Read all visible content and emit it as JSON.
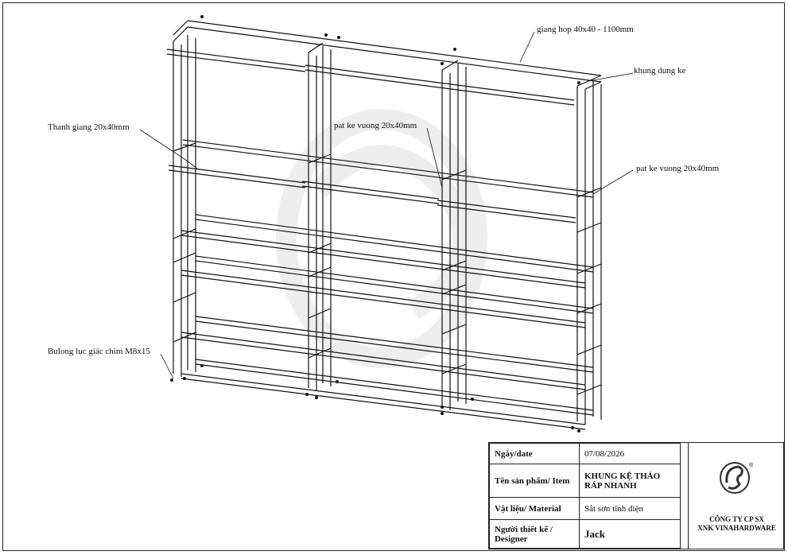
{
  "callouts": {
    "top_rail": "giang hop 40x40 - 1100mm",
    "frame": "khung dung ke",
    "hanging_bar": "Thanh giang 20x40mm",
    "bracket_middle": "pat ke vuong 20x40mm",
    "bracket_right": "pat ke vuong 20x40mm",
    "bolt": "Bulong lục giác chìm M8x15"
  },
  "title_block": {
    "date_label": "Ngày/date",
    "date_value": "07/08/2026",
    "item_label": "Tên sản phẩm/ Item",
    "item_value_line1": "KHUNG KỆ THÁO",
    "item_value_line2": "RÁP NHANH",
    "material_label": "Vật liệu/ Material",
    "material_value": "Sắt sơn tĩnh điện",
    "designer_label_line1": "Người thiết kế /",
    "designer_label_line2": "Designer",
    "designer_value": "Jack",
    "company_line1": "CÔNG TY CP SX",
    "company_line2": "XNK VINAHARDWARE"
  },
  "logo": {
    "icon": "company-logo-icon",
    "mark": "®"
  },
  "colors": {
    "line": "#111111",
    "watermark": "#eeeeee"
  }
}
